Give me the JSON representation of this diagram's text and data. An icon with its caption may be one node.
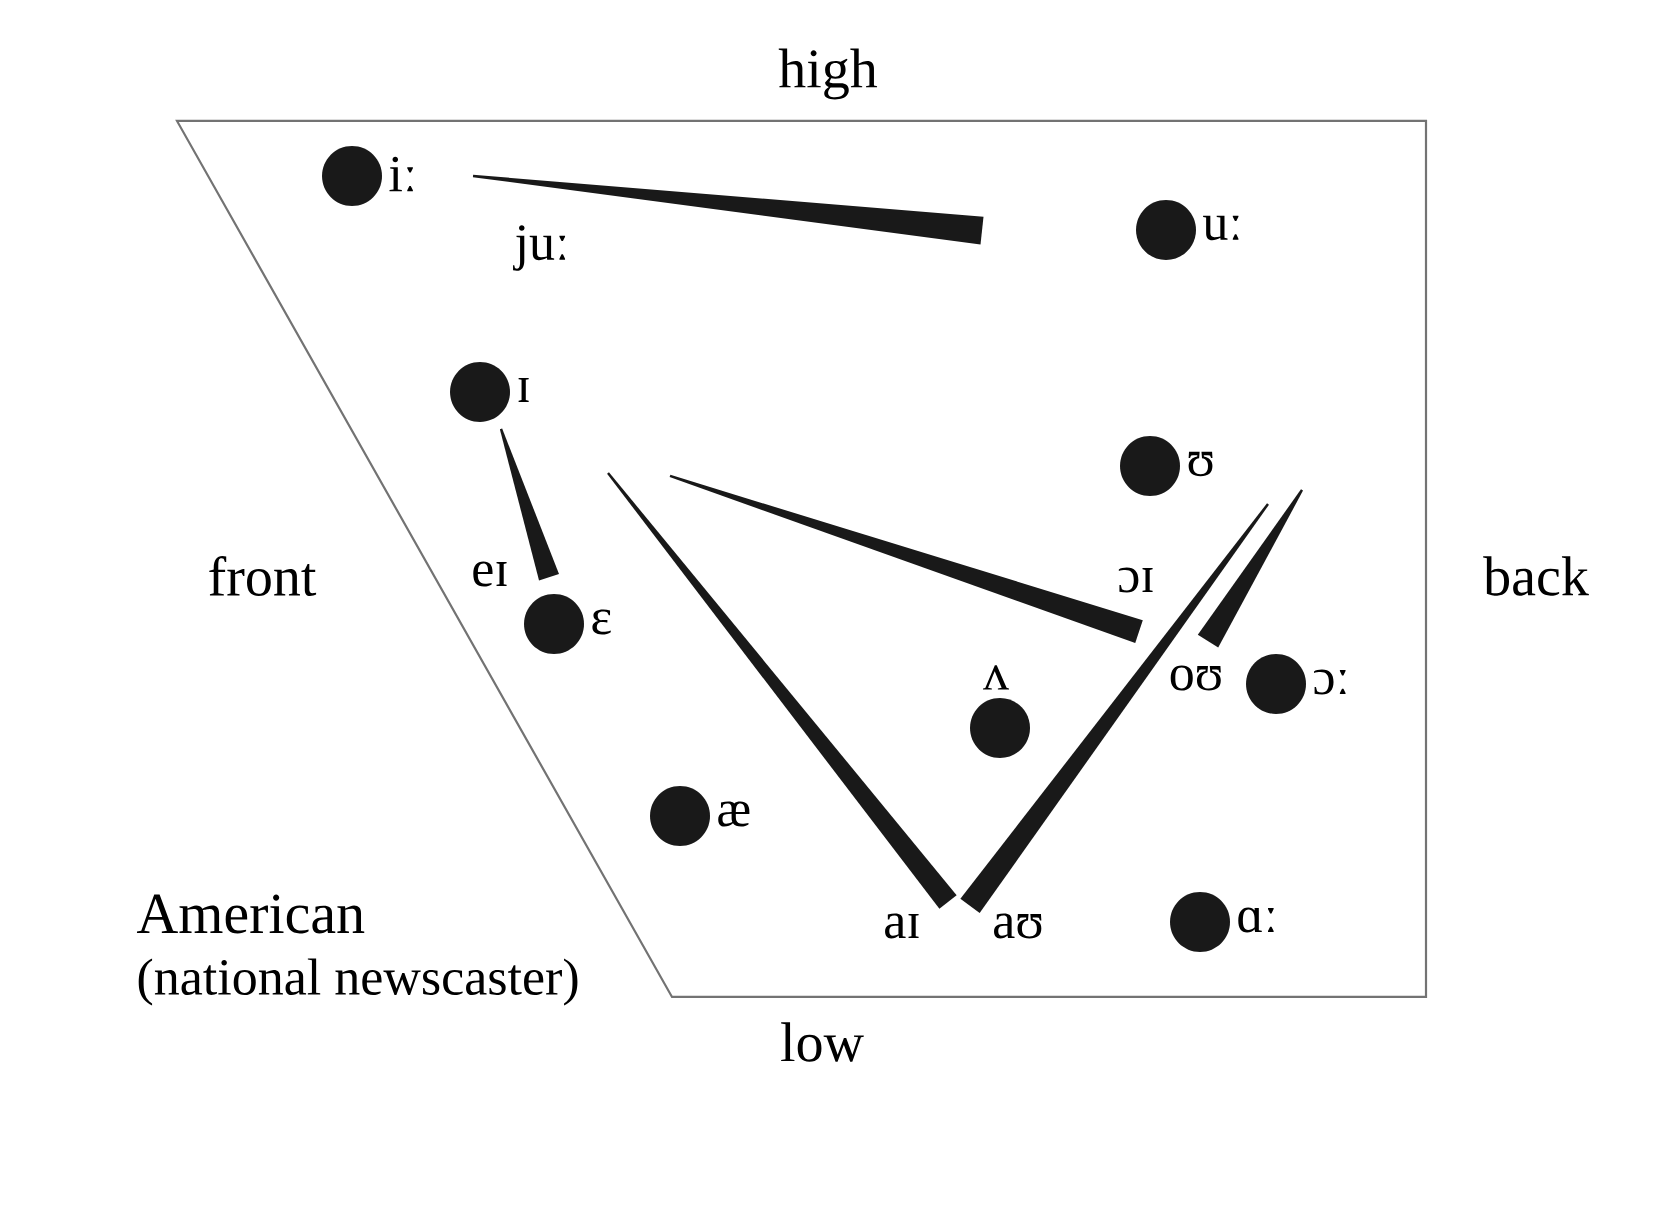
{
  "diagram": {
    "nodes": [
      {
        "text": [],
        "shape": "circle",
        "beside": [
          "iː"
        ]
      },
      {
        "text": [],
        "shape": "circle",
        "beside": [
          "uː"
        ]
      },
      {
        "text": [],
        "shape": "circle",
        "beside": [
          "ɪ"
        ]
      },
      {
        "text": [],
        "shape": "circle",
        "beside": [
          "ʊ"
        ]
      },
      {
        "text": [],
        "shape": "circle",
        "beside": [
          "ɛ"
        ]
      },
      {
        "text": [],
        "shape": "circle",
        "beside": [
          "ɔː"
        ]
      },
      {
        "text": [],
        "shape": "circle",
        "beside": [
          "ʌ"
        ]
      },
      {
        "text": [],
        "shape": "circle",
        "beside": [
          "æ"
        ]
      },
      {
        "text": [],
        "shape": "circle",
        "beside": [
          "ɑː"
        ]
      },
      {
        "text": [],
        "shape": "wedge",
        "beside": [
          "juː"
        ]
      },
      {
        "text": [],
        "shape": "wedge",
        "beside": [
          "eɪ"
        ]
      },
      {
        "text": [],
        "shape": "wedge",
        "beside": [
          "ɔɪ"
        ]
      },
      {
        "text": [],
        "shape": "wedge",
        "beside": [
          "oʊ"
        ]
      },
      {
        "text": [],
        "shape": "wedge",
        "beside": [
          "aɪ"
        ]
      },
      {
        "text": [],
        "shape": "wedge",
        "beside": [
          "aʊ"
        ]
      }
    ],
    "labels": [
      "high",
      "front",
      "back",
      "American",
      "(national newscaster)",
      "low"
    ]
  }
}
